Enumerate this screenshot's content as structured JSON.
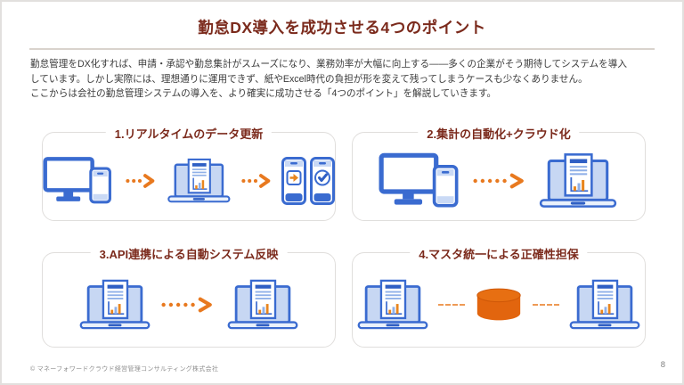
{
  "slide": {
    "title": "勤怠DX導入を成功させる4つのポイント",
    "intro_lines": [
      "勤怠管理をDX化すれば、申請・承認や勤怠集計がスムーズになり、業務効率が大幅に向上する——多くの企業がそう期待してシステムを導入",
      "しています。しかし実際には、理想通りに運用できず、紙やExcel時代の負担が形を変えて残ってしまうケースも少なくありません。",
      "ここからは会社の勤怠管理システムの導入を、より確実に成功させる「4つのポイント」を解説していきます。"
    ],
    "cards": [
      {
        "title": "1.リアルタイムのデータ更新"
      },
      {
        "title": "2.集計の自動化+クラウド化"
      },
      {
        "title": "3.API連携による自動システム反映"
      },
      {
        "title": "4.マスタ統一による正確性担保"
      }
    ],
    "footer": {
      "copyright": "© マネーフォワードクラウド経営管理コンサルティング株式会社",
      "page_number": "8"
    },
    "colors": {
      "heading_maroon": "#7B2A1C",
      "icon_blue": "#3A6BD0",
      "icon_blue_dark": "#2F5FC4",
      "icon_blue_light": "#C9D9F5",
      "accent_orange": "#E8791F",
      "chart_bar_orange": "#E8861E",
      "database_orange": "#E2650E",
      "card_border": "#E0DEDC",
      "body_text": "#3A3A3A",
      "divider": "#D9D3CD",
      "footer_gray": "#8F8F8F"
    }
  }
}
